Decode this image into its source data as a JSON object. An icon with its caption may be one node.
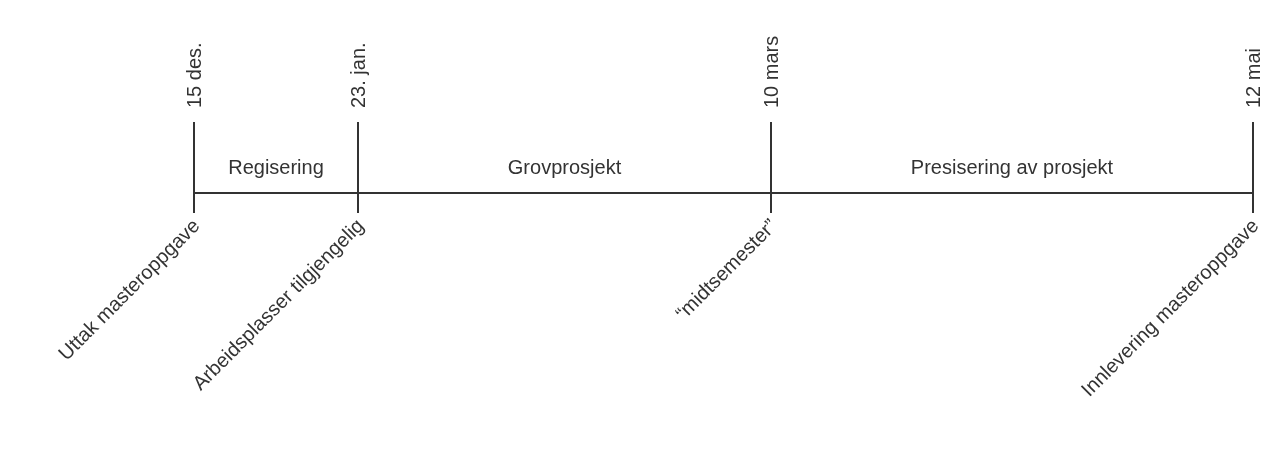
{
  "diagram": {
    "labels": [
      "15 des.",
      "23. jan.",
      "10 mars",
      "12 mai",
      "Regisering",
      "Grovprosjekt",
      "Presisering av prosjekt",
      "Uttak masteroppgave",
      "Arbeidsplasser tilgjengelig",
      "“midtsemester”",
      "Innlevering masteroppgave"
    ]
  }
}
